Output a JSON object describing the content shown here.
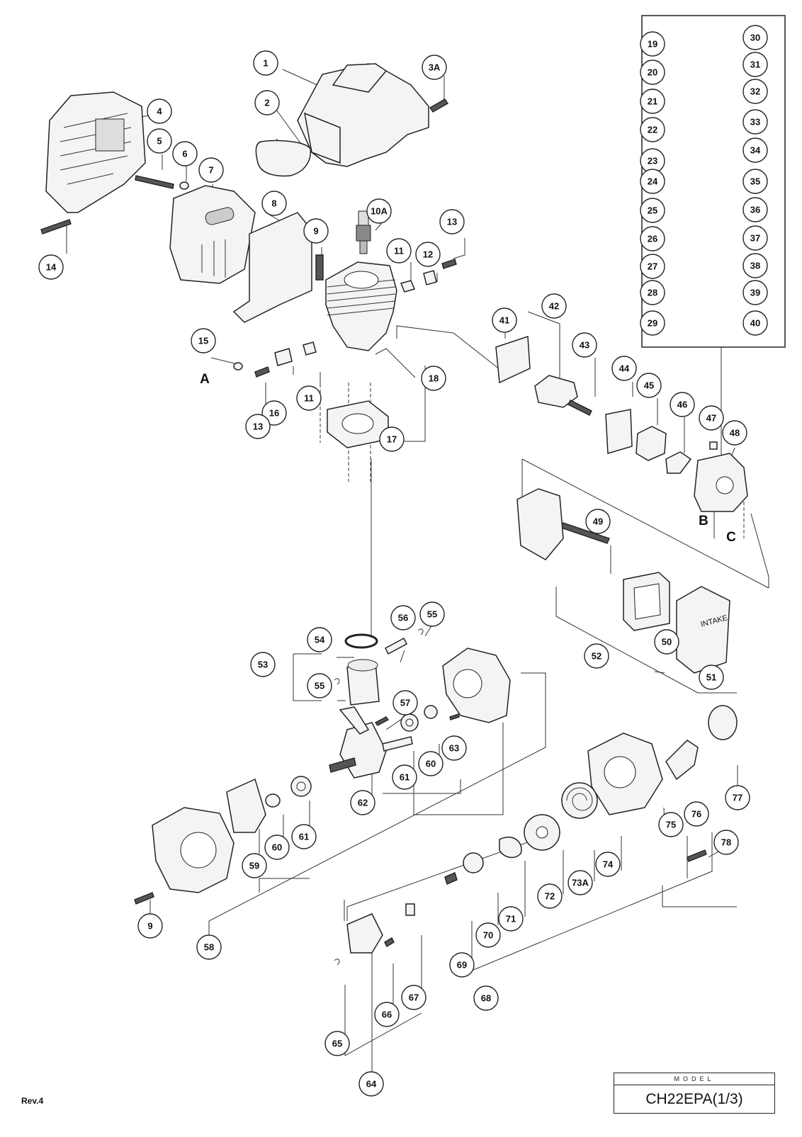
{
  "callouts": [
    "1",
    "2",
    "3A",
    "4",
    "5",
    "6",
    "7",
    "8",
    "9",
    "10A",
    "11",
    "12",
    "13",
    "14",
    "15",
    "16",
    "11",
    "13",
    "17",
    "18",
    "19",
    "20",
    "21",
    "22",
    "23",
    "24",
    "25",
    "26",
    "27",
    "28",
    "29",
    "30",
    "31",
    "32",
    "33",
    "34",
    "35",
    "36",
    "37",
    "38",
    "39",
    "40",
    "41",
    "42",
    "43",
    "44",
    "45",
    "46",
    "47",
    "48",
    "49",
    "50",
    "51",
    "52",
    "53",
    "54",
    "55",
    "55",
    "56",
    "57",
    "58",
    "59",
    "60",
    "61",
    "60",
    "61",
    "62",
    "63",
    "9",
    "64",
    "65",
    "66",
    "67",
    "68",
    "69",
    "70",
    "71",
    "72",
    "73A",
    "74",
    "75",
    "76",
    "77",
    "78"
  ],
  "reference_letters": [
    "A",
    "B",
    "C"
  ],
  "intake_label": "INTAKE",
  "model": {
    "header": "MODEL",
    "name": "CH22EPA(1/3)"
  },
  "revision": "Rev.4"
}
